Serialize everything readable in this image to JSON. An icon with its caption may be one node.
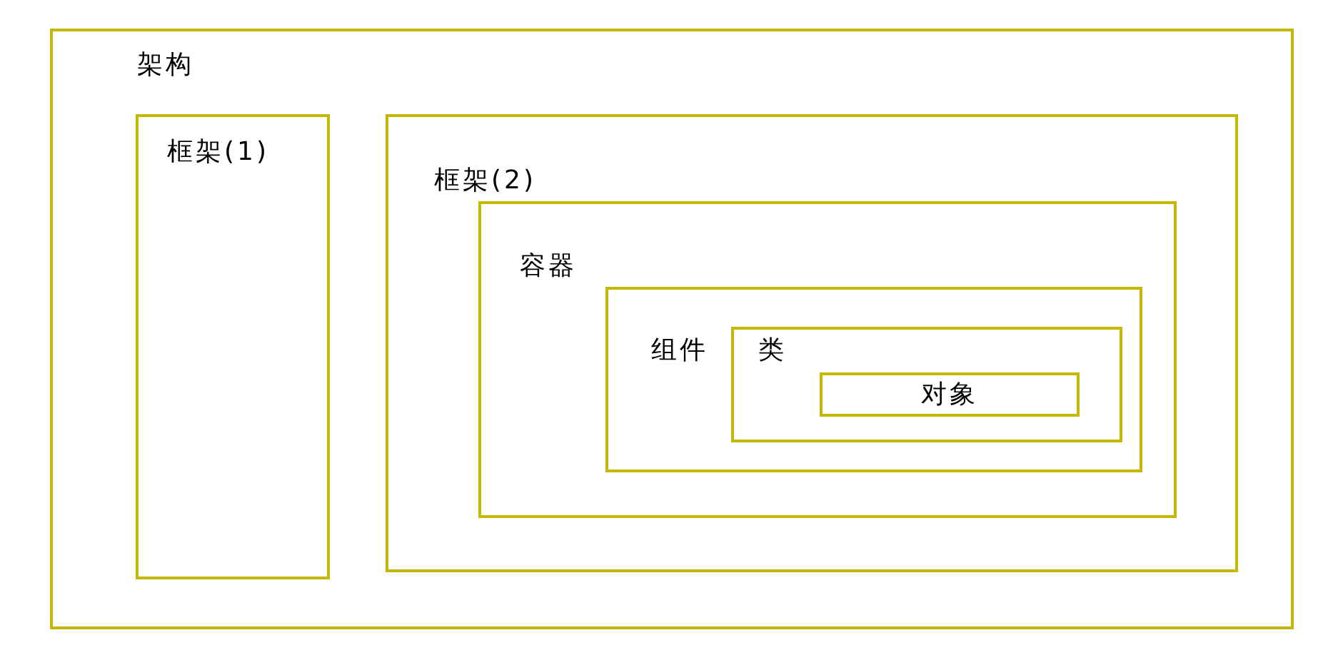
{
  "diagram": {
    "nodes": [
      {
        "text": [
          "架构"
        ]
      },
      {
        "text": [
          "框架(1)"
        ],
        "in": 0
      },
      {
        "text": [
          "框架(2)"
        ],
        "in": 0
      },
      {
        "text": [
          "容器"
        ],
        "in": 2
      },
      {
        "text": [
          "组件"
        ],
        "in": 3
      },
      {
        "text": [
          "类"
        ],
        "in": 4
      },
      {
        "text": [
          "对象"
        ],
        "in": 5
      }
    ]
  }
}
